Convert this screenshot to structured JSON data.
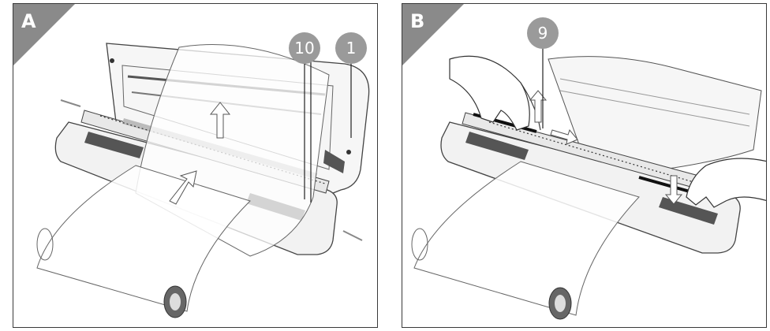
{
  "panels": [
    {
      "letter": "A",
      "callouts": [
        "10",
        "1"
      ]
    },
    {
      "letter": "B",
      "callouts": [
        "9"
      ]
    }
  ],
  "colors": {
    "corner": "#8a8a8a",
    "callout": "#9a9a9a",
    "outline": "#3a3a3a",
    "dark_part": "#555555"
  }
}
